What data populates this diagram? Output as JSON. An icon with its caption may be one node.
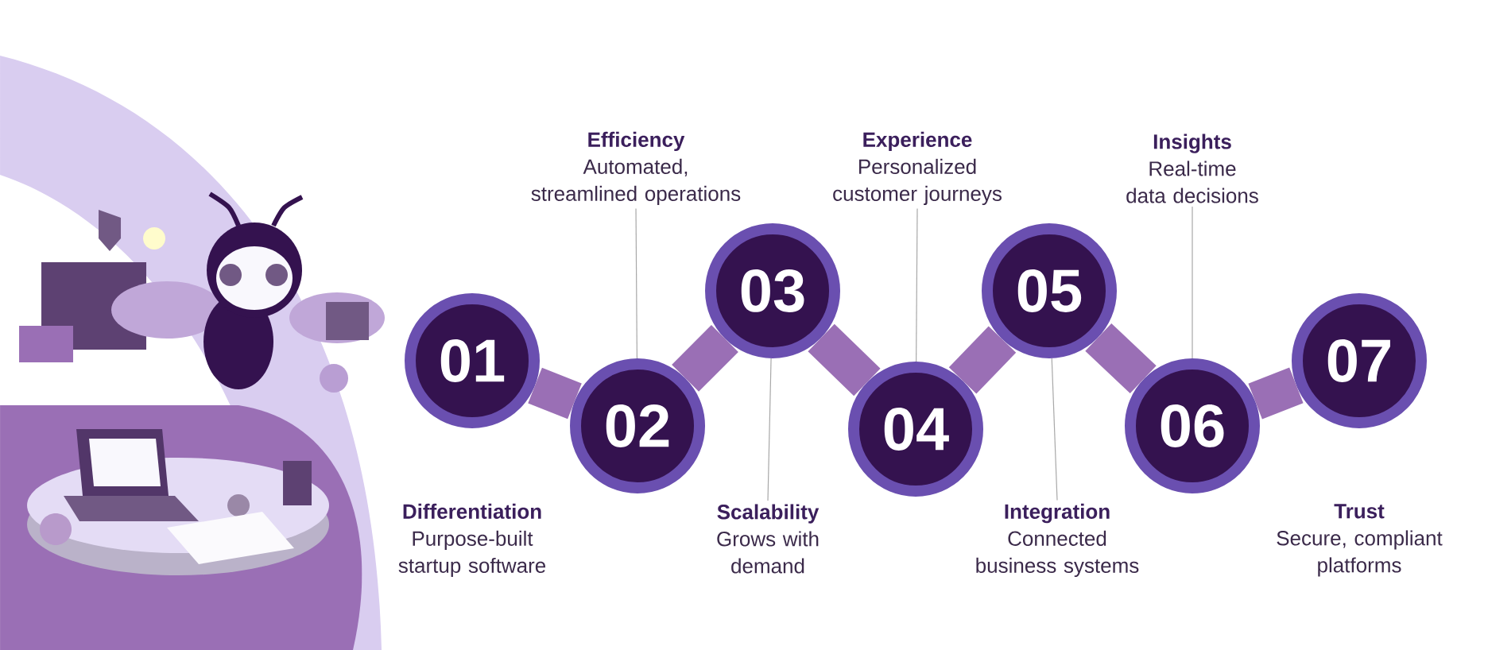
{
  "diagram": {
    "nodes": [
      {
        "text": [
          "01"
        ]
      },
      {
        "text": [
          "02"
        ]
      },
      {
        "text": [
          "03"
        ]
      },
      {
        "text": [
          "04"
        ]
      },
      {
        "text": [
          "05"
        ]
      },
      {
        "text": [
          "06"
        ]
      },
      {
        "text": [
          "07"
        ]
      },
      {
        "text": [
          "Differentiation",
          "Purpose-built startup software"
        ]
      },
      {
        "text": [
          "Efficiency",
          "Automated, streamlined operations"
        ]
      },
      {
        "text": [
          "Scalability",
          "Grows with demand"
        ]
      },
      {
        "text": [
          "Experience",
          "Personalized customer journeys"
        ]
      },
      {
        "text": [
          "Integration",
          "Connected business systems"
        ]
      },
      {
        "text": [
          "Insights",
          "Real-time data decisions"
        ]
      },
      {
        "text": [
          "Trust",
          "Secure, compliant platforms"
        ]
      }
    ],
    "edges": [
      {
        "from": 0,
        "to": 1,
        "arrow": "none"
      },
      {
        "from": 1,
        "to": 2,
        "arrow": "none"
      },
      {
        "from": 2,
        "to": 3,
        "arrow": "none"
      },
      {
        "from": 3,
        "to": 4,
        "arrow": "none"
      },
      {
        "from": 4,
        "to": 5,
        "arrow": "none"
      },
      {
        "from": 5,
        "to": 6,
        "arrow": "none"
      },
      {
        "from": 8,
        "to": 1,
        "arrow": "none",
        "color": "#a8a8a8"
      },
      {
        "from": 9,
        "to": 2,
        "arrow": "none",
        "color": "#a8a8a8"
      },
      {
        "from": 10,
        "to": 3,
        "arrow": "none",
        "color": "#a8a8a8"
      },
      {
        "from": 11,
        "to": 4,
        "arrow": "none",
        "color": "#a8a8a8"
      },
      {
        "from": 12,
        "to": 5,
        "arrow": "none",
        "color": "#a8a8a8"
      }
    ]
  }
}
